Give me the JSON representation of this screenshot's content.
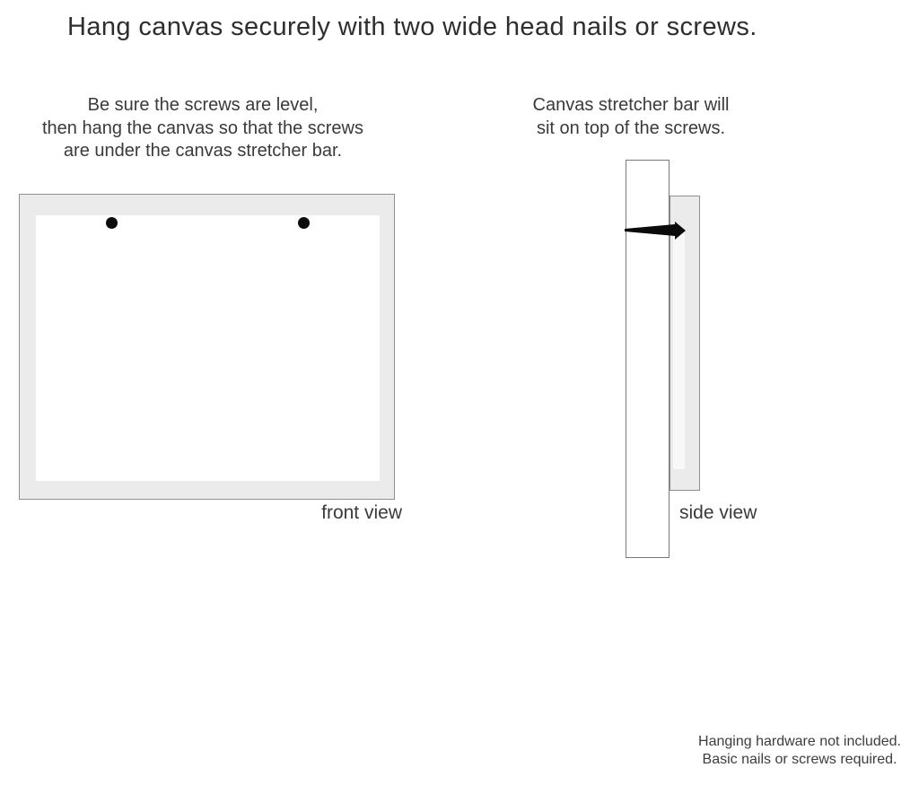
{
  "page": {
    "title": "Hang canvas securely with two wide head nails or screws."
  },
  "instructions": {
    "left": {
      "lines": [
        "Be sure the screws are level,",
        "then hang the canvas so that the screws",
        "are under the canvas stretcher bar."
      ]
    },
    "right": {
      "lines": [
        "Canvas stretcher bar will",
        "sit on top of the screws."
      ]
    }
  },
  "front_view": {
    "label": "front view",
    "nail_count": 2
  },
  "side_view": {
    "label": "side view"
  },
  "footnote": {
    "lines": [
      "Hanging hardware not included.",
      "Basic nails or screws required."
    ]
  },
  "colors": {
    "canvas_fill": "#ebebeb",
    "canvas_border": "#8f8f8f",
    "nail": "#0b0b0b",
    "text": "#3a3a3a",
    "title_text": "#2e2e2e"
  }
}
